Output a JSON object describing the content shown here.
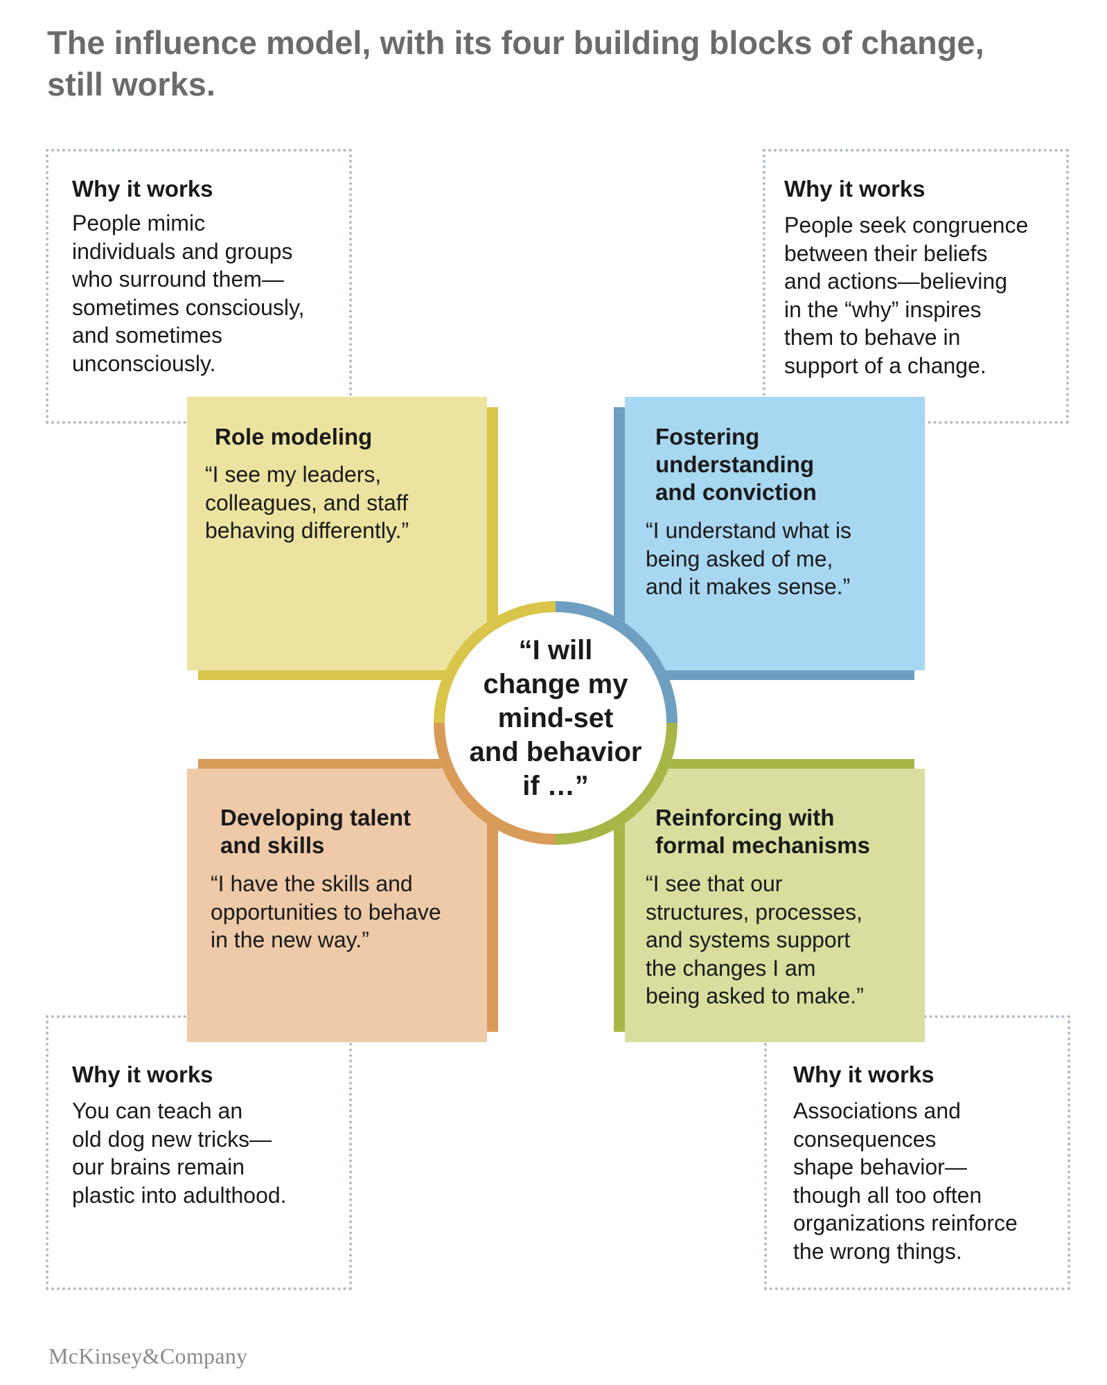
{
  "title": "The influence model, with its four building blocks of change, still works.",
  "colors": {
    "role_face": "#ebe39f",
    "role_edge": "#d8c549",
    "fostering_face": "#a8d7f1",
    "fostering_edge": "#6f9fc0",
    "developing_face": "#eecaa8",
    "developing_edge": "#d89b58",
    "reinforcing_face": "#d9de9e",
    "reinforcing_edge": "#a8b648",
    "dotted_border": "#b3bcc5"
  },
  "why_boxes": {
    "top_left": {
      "heading": "Why it works",
      "body": "People mimic\nindividuals and groups\nwho surround them—\nsometimes consciously,\nand sometimes\nunconsciously."
    },
    "top_right": {
      "heading": "Why it works",
      "body": "People seek congruence\nbetween their beliefs\nand actions—believing\nin the “why” inspires\nthem to behave in\nsupport of a change."
    },
    "bottom_left": {
      "heading": "Why it works",
      "body": "You can teach an\nold dog new tricks—\nour brains remain\nplastic into adulthood."
    },
    "bottom_right": {
      "heading": "Why it works",
      "body": "Associations and\nconsequences\nshape behavior—\nthough all too often\norganizations reinforce\nthe wrong things."
    }
  },
  "blocks": {
    "role_modeling": {
      "title": "Role modeling",
      "quote": "“I see my leaders,\n colleagues, and staff\n behaving differently.”"
    },
    "fostering": {
      "title": "Fostering\nunderstanding\nand conviction",
      "quote": "“I understand what is\n being asked of me,\n and it makes sense.”"
    },
    "developing": {
      "title": "Developing talent\nand skills",
      "quote": "“I have the skills and\n opportunities to behave\n in the new way.”"
    },
    "reinforcing": {
      "title": "Reinforcing with\nformal mechanisms",
      "quote": "“I see that our\n structures, processes,\n and systems support\n the changes I am\n being asked to make.”"
    }
  },
  "center": {
    "text": "“I will\nchange my\nmind-set\nand behavior\nif …”"
  },
  "logo": "McKinsey&Company"
}
